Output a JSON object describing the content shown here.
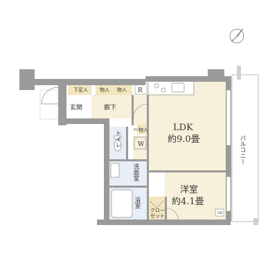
{
  "floorplan": {
    "rooms": {
      "ldk": {
        "name": "LDK",
        "size": "約9.0畳"
      },
      "western": {
        "name": "洋室",
        "size": "約4.1畳"
      },
      "entrance": "玄関",
      "hallway": "廊下",
      "toilet": "トイレ",
      "washroom": "洗面室",
      "bathroom": "浴室",
      "balcony": "バルコニー"
    },
    "storage": {
      "shoe": "下足入",
      "closet_1": "物入",
      "closet_2": "物入",
      "closet_3": "物入",
      "walk_closet": [
        "クロー",
        "ゼット"
      ]
    },
    "fixtures": {
      "refrigerator": "R",
      "washer": "W",
      "pipe_space": "PS",
      "distribution_board": "DB"
    }
  },
  "colors": {
    "wall": "#9a9a9a",
    "floor_wood": "#f7f0da",
    "closet_floor": "#f3e5bd",
    "wet_area": "#e7eef7",
    "room_white": "#ffffff"
  }
}
